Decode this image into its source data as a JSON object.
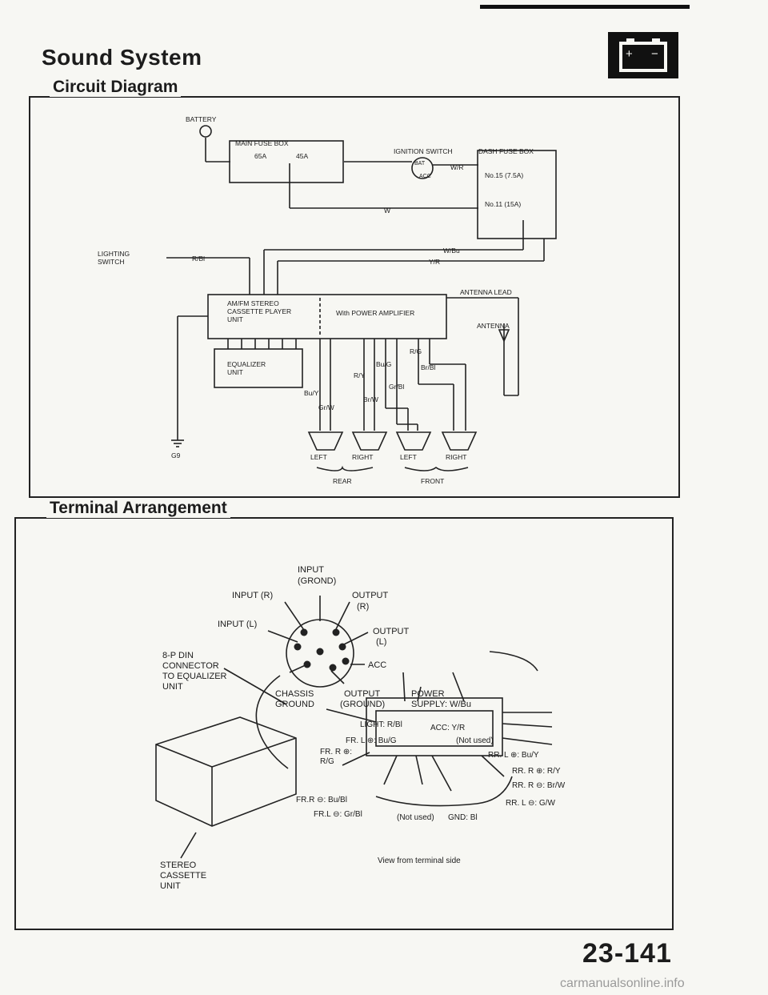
{
  "header": {
    "title": "Sound System"
  },
  "battery_icon": {
    "plus": "+",
    "minus": "−"
  },
  "circuit": {
    "section_title": "Circuit Diagram",
    "battery": "BATTERY",
    "main_fuse_box": "MAIN FUSE BOX",
    "fuse_65a": "65A",
    "fuse_45a": "45A",
    "ignition_switch": "IGNITION SWITCH",
    "dash_fuse_box": "DASH FUSE BOX",
    "bat": "BAT",
    "acc": "ACC",
    "wire_wr": "W/R",
    "fuse_15": "No.15 (7.5A)",
    "fuse_11": "No.11 (15A)",
    "wire_w": "W",
    "wire_wbu": "W/Bu",
    "wire_yr": "Y/R",
    "lighting_switch_1": "LIGHTING",
    "lighting_switch_2": "SWITCH",
    "wire_rbl": "R/Bl",
    "antenna_lead": "ANTENNA LEAD",
    "unit_line1": "AM/FM STEREO",
    "unit_line2": "CASSETTE PLAYER",
    "unit_line3": "UNIT",
    "with_amp": "With POWER AMPLIFIER",
    "antenna": "ANTENNA",
    "equalizer_1": "EQUALIZER",
    "equalizer_2": "UNIT",
    "wire_rg": "R/G",
    "wire_bug": "Bu/G",
    "wire_brbl": "Br/Bl",
    "wire_ry": "R/Y",
    "wire_grbl": "Gr/Bl",
    "wire_buy": "Bu/Y",
    "wire_brw": "Br/W",
    "wire_grw": "Gr/W",
    "ground": "G9",
    "left1": "LEFT",
    "right1": "RIGHT",
    "left2": "LEFT",
    "right2": "RIGHT",
    "rear": "REAR",
    "front": "FRONT"
  },
  "terminal": {
    "section_title": "Terminal Arrangement",
    "input_ground_1": "INPUT",
    "input_ground_2": "(GROND)",
    "input_r": "INPUT (R)",
    "output_r_1": "OUTPUT",
    "output_r_2": "(R)",
    "input_l": "INPUT (L)",
    "output_l_1": "OUTPUT",
    "output_l_2": "(L)",
    "din_1": "8-P DIN",
    "din_2": "CONNECTOR",
    "din_3": "TO EQUALIZER",
    "din_4": "UNIT",
    "acc": "ACC",
    "chassis_1": "CHASSIS",
    "chassis_2": "GROUND",
    "output_gnd_1": "OUTPUT",
    "output_gnd_2": "(GROUND)",
    "power_1": "POWER",
    "power_2": "SUPPLY: W/Bu",
    "light": "LIGHT: R/Bl",
    "acc_yr": "ACC: Y/R",
    "fr_l_plus": "FR. L ⊕: Bu/G",
    "not_used_1": "(Not used)",
    "fr_r_plus_1": "FR. R ⊕:",
    "fr_r_plus_2": "R/G",
    "rr_l_plus": "RR. L ⊕: Bu/Y",
    "rr_r_plus": "RR. R ⊕: R/Y",
    "rr_r_minus": "RR. R ⊖: Br/W",
    "fr_r_minus": "FR.R ⊖: Bu/Bl",
    "rr_l_minus": "RR. L ⊖: G/W",
    "fr_l_minus": "FR.L ⊖: Gr/Bl",
    "not_used_2": "(Not used)",
    "gnd": "GND: Bl",
    "stereo_1": "STEREO",
    "stereo_2": "CASSETTE",
    "stereo_3": "UNIT",
    "view": "View from terminal side"
  },
  "footer": {
    "page": "23-141",
    "watermark": "carmanualsonline.info"
  }
}
